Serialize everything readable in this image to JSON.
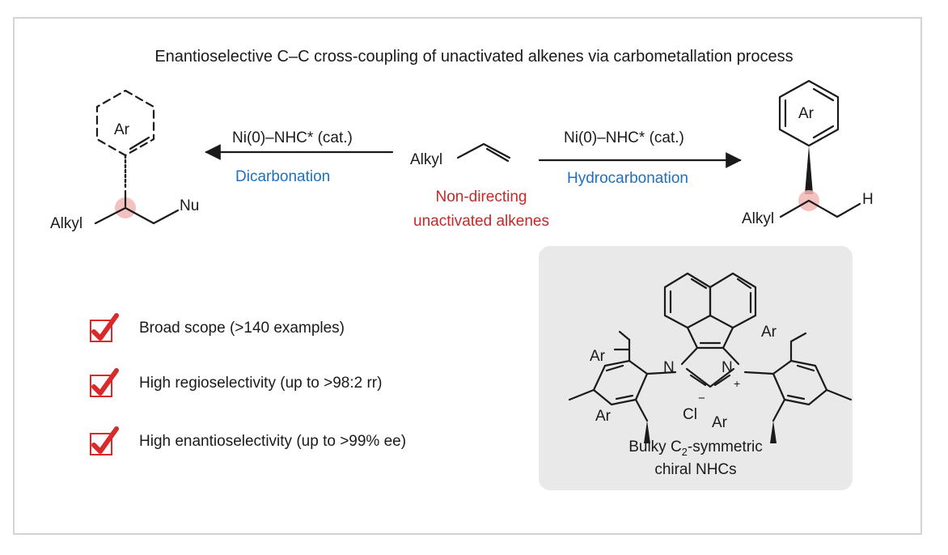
{
  "title": "Enantioselective C–C cross-coupling of unactivated alkenes via carbometallation process",
  "substrate": {
    "alkyl": "Alkyl",
    "caption_line1": "Non-directing",
    "caption_line2": "unactivated alkenes"
  },
  "left_path": {
    "reagent": "Ni(0)–NHC* (cat.)",
    "reaction": "Dicarbonation"
  },
  "right_path": {
    "reagent": "Ni(0)–NHC* (cat.)",
    "reaction": "Hydrocarbonation"
  },
  "left_product": {
    "ar": "Ar",
    "alkyl": "Alkyl",
    "nu": "Nu"
  },
  "right_product": {
    "ar": "Ar",
    "alkyl": "Alkyl",
    "h": "H"
  },
  "features": [
    "Broad scope (>140 examples)",
    "High regioselectivity (up to >98:2 rr)",
    "High enantioselectivity (up to >99% ee)"
  ],
  "nhc": {
    "ar": "Ar",
    "n": "N",
    "n_plus": "+",
    "cl": "Cl",
    "minus": "−",
    "caption_line1_pre": "Bulky C",
    "caption_sub": "2",
    "caption_line1_post": "-symmetric",
    "caption_line2": "chiral NHCs"
  },
  "colors": {
    "blue": "#1f6fbf",
    "red": "#c62828",
    "highlight": "#f2b6b6",
    "check": "#d9292b",
    "panel": "#e9e9e9"
  }
}
